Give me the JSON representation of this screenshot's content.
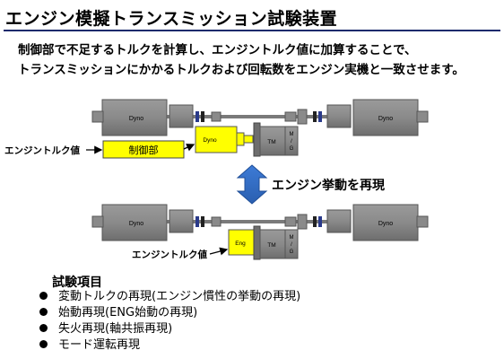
{
  "title": "エンジン模擬トランスミッション試験装置",
  "description": [
    "制御部で不足するトルクを計算し、エンジントルク値に加算することで、",
    "トランスミッションにかかるトルクおよび回転数をエンジン実機と一致させます。"
  ],
  "diagram_top": {
    "dyno_left": "Dyno",
    "dyno_right": "Dyno",
    "dyno_small": "Dyno",
    "tm": "TM",
    "mg": "M/G",
    "controller": "制御部",
    "engine_torque_label": "エンジントルク値"
  },
  "arrow_label": "エンジン挙動を再現",
  "diagram_bottom": {
    "dyno_left": "Dyno",
    "dyno_right": "Dyno",
    "eng": "Eng",
    "tm": "TM",
    "mg": "M/G",
    "engine_torque_label": "エンジントルク値"
  },
  "test_items": {
    "heading": "試験項目",
    "items": [
      "変動トルクの再現(エンジン慣性の挙動の再現)",
      "始動再現(ENG始動の再現)",
      "失火再現(軸共振再現)",
      "モード運転再現"
    ]
  }
}
